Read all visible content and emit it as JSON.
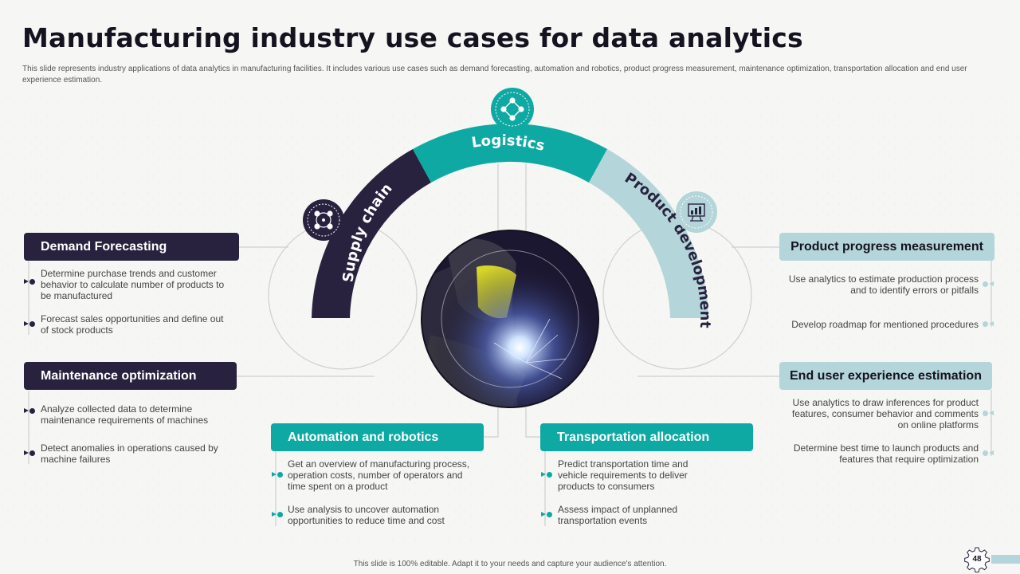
{
  "title": "Manufacturing industry use cases for data analytics",
  "subtitle": "This slide represents industry applications of data analytics in manufacturing facilities. It includes various use cases such as demand forecasting, automation and robotics, product progress measurement, maintenance optimization, transportation allocation and end user experience estimation.",
  "arcs": {
    "supply_chain": "Supply chain",
    "logistics": "Logistics",
    "product_development": "Product development"
  },
  "cards": {
    "demand": {
      "title": "Demand Forecasting",
      "points": [
        "Determine purchase trends and customer behavior to  calculate number of products to be manufactured",
        "Forecast sales opportunities and define out of stock products"
      ]
    },
    "maintenance": {
      "title": "Maintenance optimization",
      "points": [
        "Analyze  collected data to  determine maintenance requirements of machines",
        "Detect anomalies in operations caused by machine failures"
      ]
    },
    "automation": {
      "title": "Automation and robotics",
      "points": [
        "Get an overview of manufacturing process, operation costs, number of operators and time spent on a product",
        "Use analysis to uncover automation opportunities to reduce time and cost"
      ]
    },
    "transportation": {
      "title": "Transportation allocation",
      "points": [
        "Predict transportation time and vehicle requirements to deliver products to consumers",
        "Assess impact of unplanned transportation events"
      ]
    },
    "progress": {
      "title": "Product progress measurement",
      "points": [
        "Use analytics to estimate production process and to identify errors or pitfalls",
        "Develop roadmap for mentioned procedures"
      ]
    },
    "experience": {
      "title": "End user experience estimation",
      "points": [
        "Use analytics to draw inferences for product features, consumer behavior and comments on online platforms",
        "Determine best time to launch products and features that require optimization"
      ]
    }
  },
  "icons": {
    "supply": "supply-chain-network-icon",
    "logistics": "logistics-network-icon",
    "product": "product-dashboard-icon",
    "center": "welder-photo"
  },
  "colors": {
    "dark": "#28223f",
    "teal": "#0fa9a4",
    "light": "#b4d5d9"
  },
  "footer": "This slide is 100% editable.  Adapt it to your needs and capture your audience's attention.",
  "page_number": "48"
}
